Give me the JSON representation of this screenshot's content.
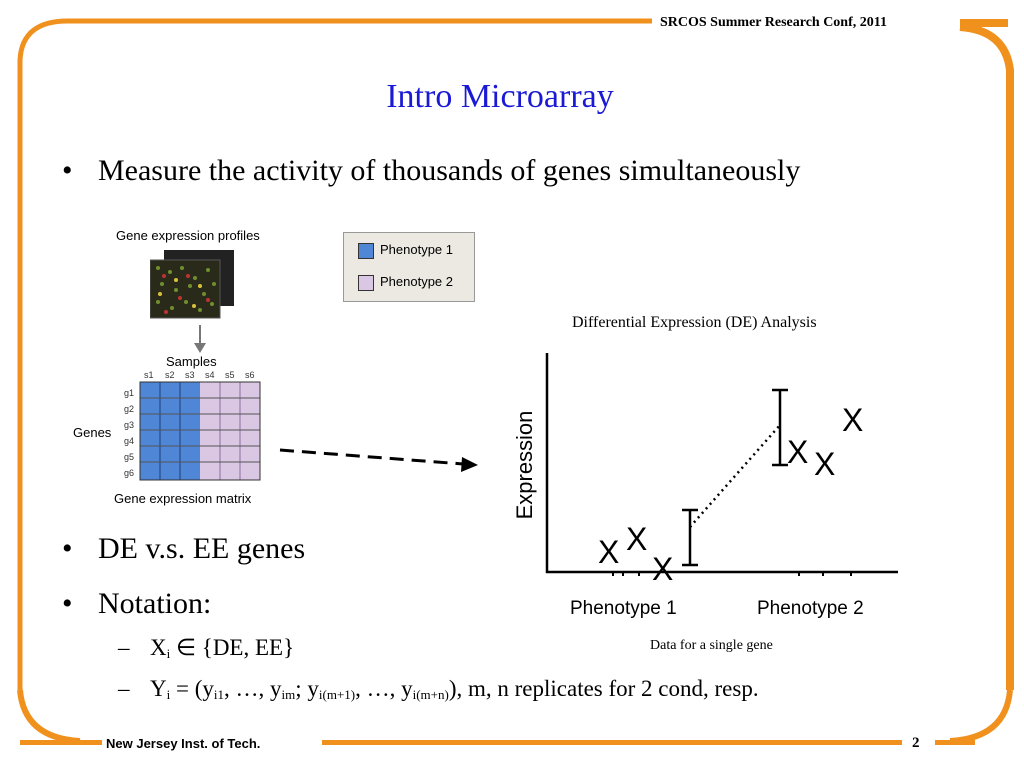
{
  "header": {
    "conference": "SRCOS Summer Research Conf, 2011"
  },
  "slide": {
    "title": "Intro Microarray",
    "bullets": [
      "Measure the activity of thousands of genes simultaneously",
      "DE v.s. EE genes",
      "Notation:"
    ],
    "notation": {
      "x_line": {
        "sym": "X",
        "sub": "i",
        "rest": " ∈ {DE, EE}"
      },
      "y_line": {
        "sym": "Y",
        "sub": "i",
        "eq": " = (y",
        "s1": "i1",
        "t1": ", …, y",
        "s2": "im",
        "t2": "; y",
        "s3": "i(m+1)",
        "t3": ", …, y",
        "s4": "i(m+n)",
        "t4": "), m, n replicates for 2 cond, resp."
      }
    }
  },
  "figure": {
    "title": "Gene expression profiles",
    "legend": [
      "Phenotype 1",
      "Phenotype 2"
    ],
    "legend_colors": [
      "#4f86d6",
      "#d9c7e3"
    ],
    "samples_label": "Samples",
    "sample_ids": [
      "s1",
      "s2",
      "s3",
      "s4",
      "s5",
      "s6"
    ],
    "gene_ids": [
      "g1",
      "g2",
      "g3",
      "g4",
      "g5",
      "g6"
    ],
    "genes_label": "Genes",
    "matrix_caption": "Gene expression matrix"
  },
  "de_plot": {
    "title": "Differential Expression (DE) Analysis",
    "ylabel": "Expression",
    "groups": [
      "Phenotype 1",
      "Phenotype 2"
    ],
    "marker": "X",
    "caption": "Data for a single gene"
  },
  "footer": {
    "institution": "New Jersey Inst. of Tech.",
    "page": "2"
  },
  "colors": {
    "frame_orange": "#f0911e",
    "title_blue": "#1a1ad6"
  }
}
